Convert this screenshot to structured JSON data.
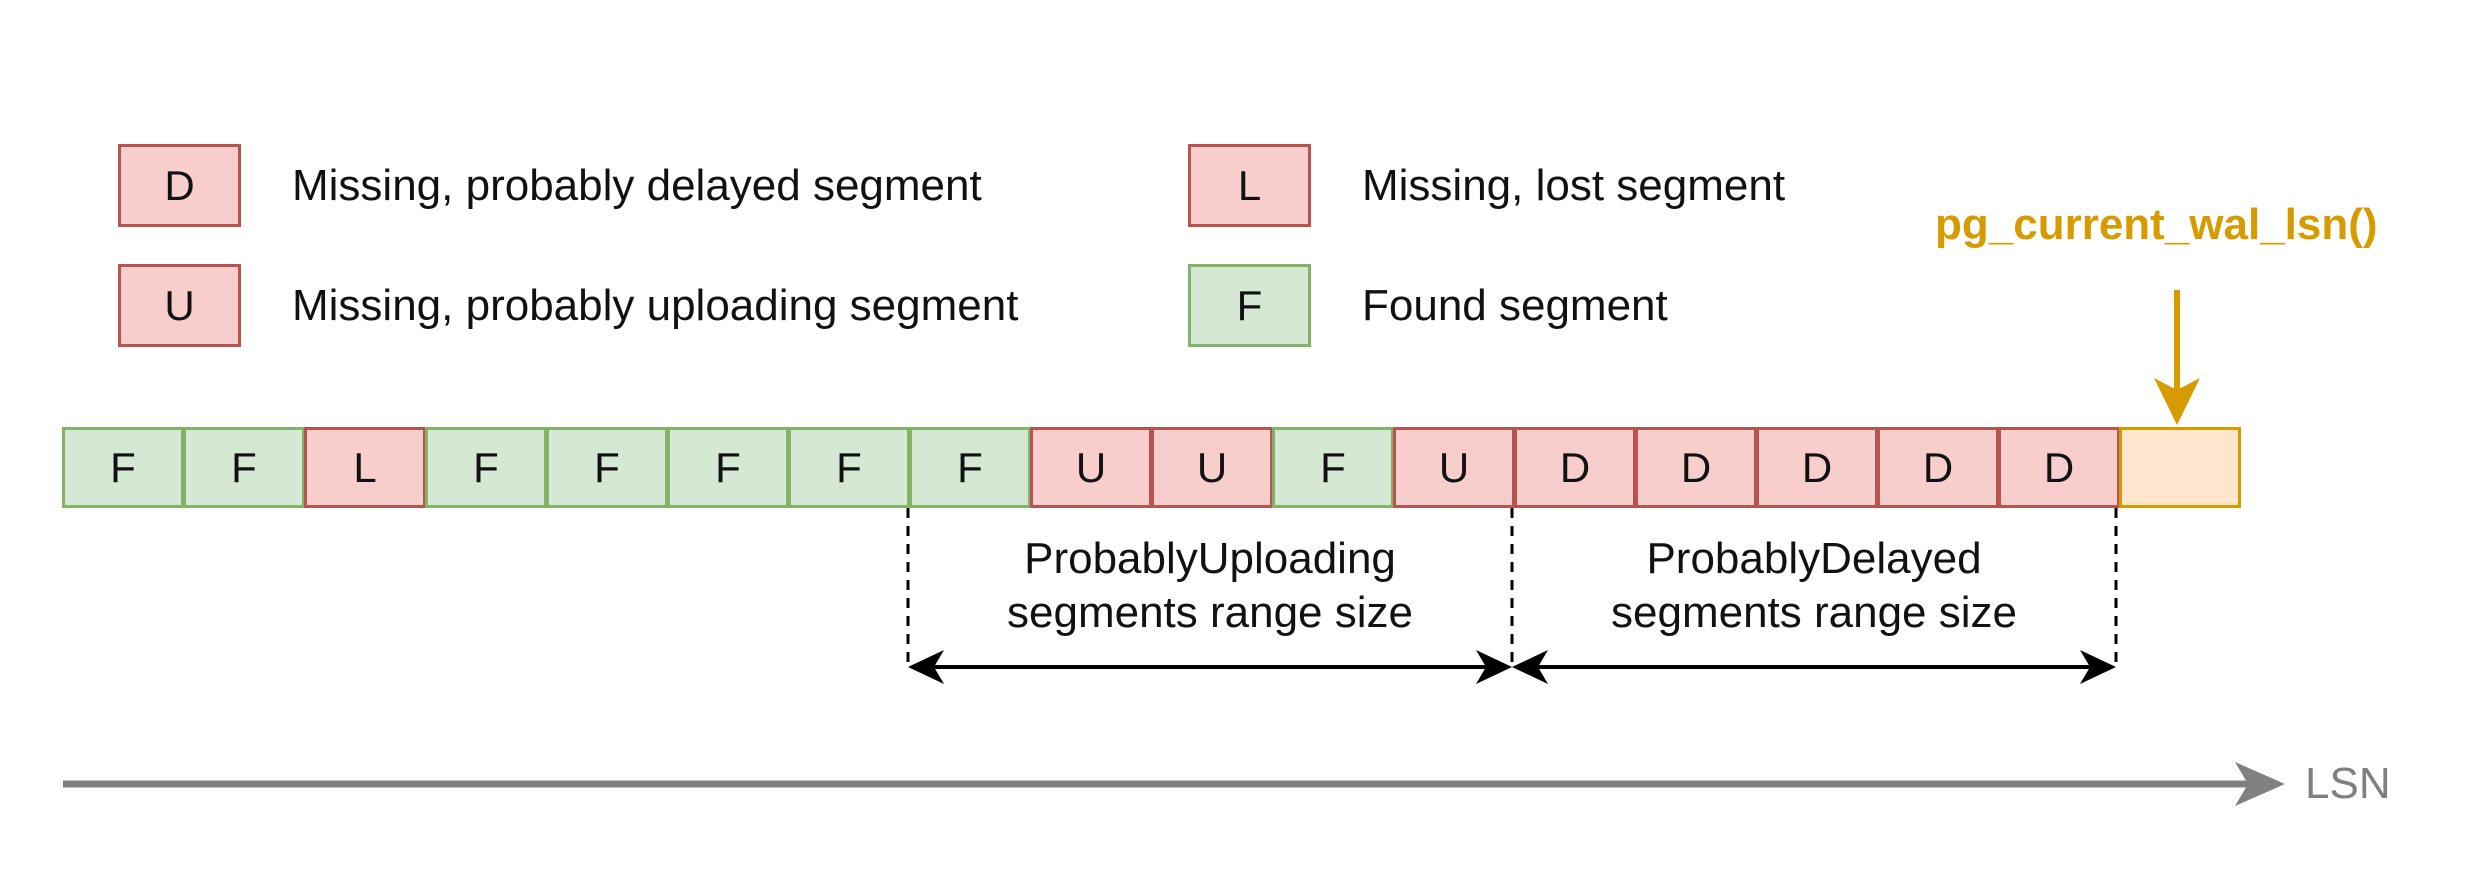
{
  "legend": [
    {
      "key": "D",
      "label": "Missing, probably delayed segment",
      "kind": "red"
    },
    {
      "key": "L",
      "label": "Missing, lost segment",
      "kind": "red"
    },
    {
      "key": "U",
      "label": "Missing, probably uploading segment",
      "kind": "red"
    },
    {
      "key": "F",
      "label": "Found segment",
      "kind": "green"
    }
  ],
  "segments": [
    {
      "key": "F",
      "kind": "green"
    },
    {
      "key": "F",
      "kind": "green"
    },
    {
      "key": "L",
      "kind": "red"
    },
    {
      "key": "F",
      "kind": "green"
    },
    {
      "key": "F",
      "kind": "green"
    },
    {
      "key": "F",
      "kind": "green"
    },
    {
      "key": "F",
      "kind": "green"
    },
    {
      "key": "F",
      "kind": "green"
    },
    {
      "key": "U",
      "kind": "red"
    },
    {
      "key": "U",
      "kind": "red"
    },
    {
      "key": "F",
      "kind": "green"
    },
    {
      "key": "U",
      "kind": "red"
    },
    {
      "key": "D",
      "kind": "red"
    },
    {
      "key": "D",
      "kind": "red"
    },
    {
      "key": "D",
      "kind": "red"
    },
    {
      "key": "D",
      "kind": "red"
    },
    {
      "key": "D",
      "kind": "red"
    },
    {
      "key": "",
      "kind": "orange"
    }
  ],
  "ranges": {
    "uploading": {
      "line1": "ProbablyUploading",
      "line2": "segments range size"
    },
    "delayed": {
      "line1": "ProbablyDelayed",
      "line2": "segments range size"
    }
  },
  "current_lsn_label": "pg_current_wal_lsn()",
  "axis_label": "LSN",
  "colors": {
    "red_fill": "#f8cecc",
    "red_stroke": "#b85450",
    "green_fill": "#d5e8d4",
    "green_stroke": "#82b366",
    "orange_fill": "#ffe6cc",
    "orange_stroke": "#d79b00",
    "axis": "#808080"
  }
}
